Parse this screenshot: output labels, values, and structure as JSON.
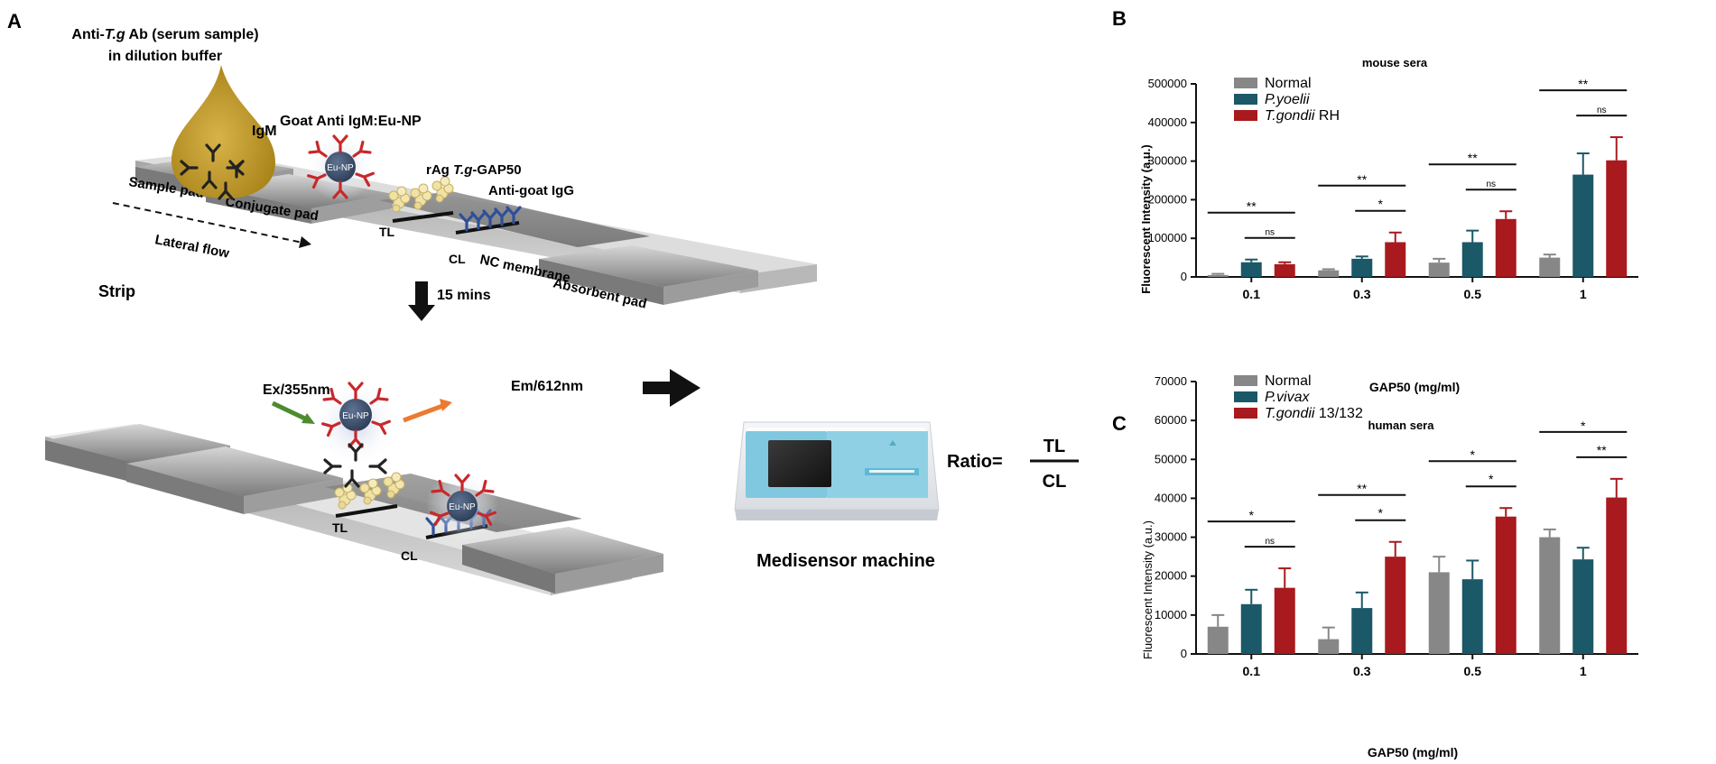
{
  "panel_labels": {
    "a": "A",
    "b": "B",
    "c": "C"
  },
  "schematic": {
    "sample_line1_pre": "Anti-",
    "sample_line1_ital": "T.g",
    "sample_line1_post": " Ab (serum sample)",
    "sample_line2": "in dilution buffer",
    "igm": "IgM",
    "conjugate_title": "Goat Anti IgM:Eu-NP",
    "eu_np": "Eu-NP",
    "antigen_pre": "rAg ",
    "antigen_ital": "T.g",
    "antigen_post": "-GAP50",
    "anti_goat": "Anti-goat IgG",
    "sample_pad": "Sample pad",
    "conjugate_pad": "Conjugate pad",
    "lateral_flow": "Lateral flow",
    "tl": "TL",
    "cl": "CL",
    "nc_membrane": "NC membrane",
    "absorbent_pad": "Absorbent pad",
    "strip": "Strip",
    "time": "15 mins",
    "ex": "Ex/355nm",
    "em": "Em/612nm",
    "machine": "Medisensor machine",
    "ratio_label": "Ratio=",
    "ratio_num": "TL",
    "ratio_den": "CL",
    "colors": {
      "pad": "#b4b4b4",
      "gold": "#c09a2a",
      "np": "#3c4f6c",
      "red_ab": "#c8282a",
      "blue_ab": "#2e4f9a",
      "ex_arrow": "#4e8a2e",
      "em_arrow": "#ec7a30"
    }
  },
  "chart_data": [
    {
      "type": "bar",
      "title": "mouse sera",
      "xlabel": "GAP50 (mg/ml)",
      "ylabel": "Fluorescent Intensity (a.u.)",
      "categories": [
        "0.1",
        "0.3",
        "0.5",
        "1"
      ],
      "ylim": [
        0,
        500000
      ],
      "yticks": [
        "0",
        "100000",
        "200000",
        "300000",
        "400000",
        "500000"
      ],
      "yticks_num": [
        0,
        100000,
        200000,
        300000,
        400000,
        500000
      ],
      "legend_position": "top-left",
      "series": [
        {
          "name": "Normal",
          "name_italic": "",
          "color": "#878787",
          "values": [
            5000,
            17000,
            37000,
            50000
          ],
          "errors": [
            3000,
            3000,
            10000,
            8000
          ]
        },
        {
          "name": "",
          "name_italic": "P.yoelii",
          "color": "#1b5868",
          "values": [
            38000,
            47000,
            90000,
            265000
          ],
          "errors": [
            7000,
            6000,
            30000,
            55000
          ]
        },
        {
          "name": " RH",
          "name_italic": "T.gondii",
          "color": "#a81a1d",
          "values": [
            33000,
            90000,
            150000,
            302000
          ],
          "errors": [
            5000,
            25000,
            20000,
            60000
          ]
        }
      ],
      "significance": [
        {
          "category": 0,
          "top": "**",
          "bottom": "ns"
        },
        {
          "category": 1,
          "top": "**",
          "bottom": "*"
        },
        {
          "category": 2,
          "top": "**",
          "bottom": "ns"
        },
        {
          "category": 3,
          "top": "**",
          "bottom": "ns"
        }
      ]
    },
    {
      "type": "bar",
      "title": "human sera",
      "xlabel": "GAP50 (mg/ml)",
      "ylabel": "Fluorescent Intensity (a.u.)",
      "categories": [
        "0.1",
        "0.3",
        "0.5",
        "1"
      ],
      "ylim": [
        0,
        70000
      ],
      "yticks": [
        "0",
        "10000",
        "20000",
        "30000",
        "40000",
        "50000",
        "60000",
        "70000"
      ],
      "yticks_num": [
        0,
        10000,
        20000,
        30000,
        40000,
        50000,
        60000,
        70000
      ],
      "legend_position": "top-left",
      "series": [
        {
          "name": "Normal",
          "name_italic": "",
          "color": "#878787",
          "values": [
            7000,
            3800,
            21000,
            30000
          ],
          "errors": [
            3000,
            3000,
            4000,
            2000
          ]
        },
        {
          "name": "",
          "name_italic": "P.vivax",
          "color": "#1b5868",
          "values": [
            12800,
            11800,
            19200,
            24300
          ],
          "errors": [
            3700,
            4000,
            4800,
            3000
          ]
        },
        {
          "name": " 13/132",
          "name_italic": "T.gondii",
          "color": "#a81a1d",
          "values": [
            17000,
            25000,
            35300,
            40200
          ],
          "errors": [
            5000,
            3800,
            2200,
            4800
          ]
        }
      ],
      "significance": [
        {
          "category": 0,
          "top": "*",
          "bottom": "ns"
        },
        {
          "category": 1,
          "top": "**",
          "bottom": "*"
        },
        {
          "category": 2,
          "top": "*",
          "bottom": "*"
        },
        {
          "category": 3,
          "top": "*",
          "bottom": "**"
        }
      ]
    }
  ]
}
